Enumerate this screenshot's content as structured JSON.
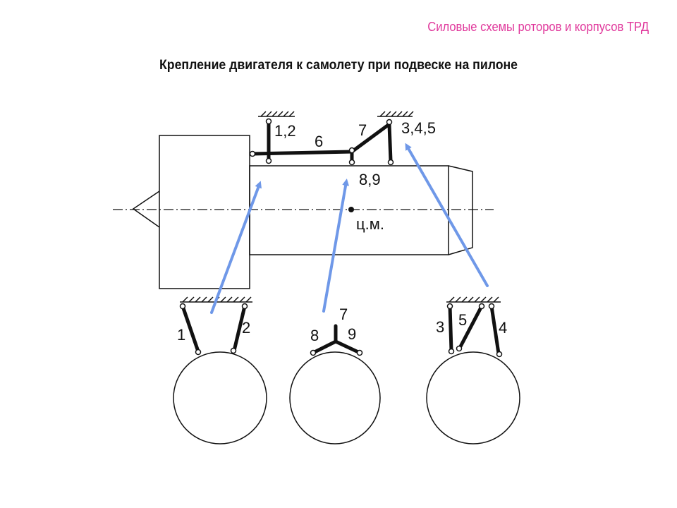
{
  "header": {
    "title": "Силовые схемы роторов и корпусов ТРД"
  },
  "slide": {
    "title": "Крепление двигателя к самолету при подвеске на пилоне"
  },
  "diagram": {
    "labels": {
      "mount_12": "1,2",
      "strut_6": "6",
      "strut_7": "7",
      "mount_345": "3,4,5",
      "mount_89": "8,9",
      "cg": "ц.м."
    },
    "section_front": {
      "left": "1",
      "right": "2"
    },
    "section_mid": {
      "top": "7",
      "left": "8",
      "right": "9"
    },
    "section_rear": {
      "a": "3",
      "b": "5",
      "c": "4"
    },
    "arrow_color": "#6f98e8"
  }
}
